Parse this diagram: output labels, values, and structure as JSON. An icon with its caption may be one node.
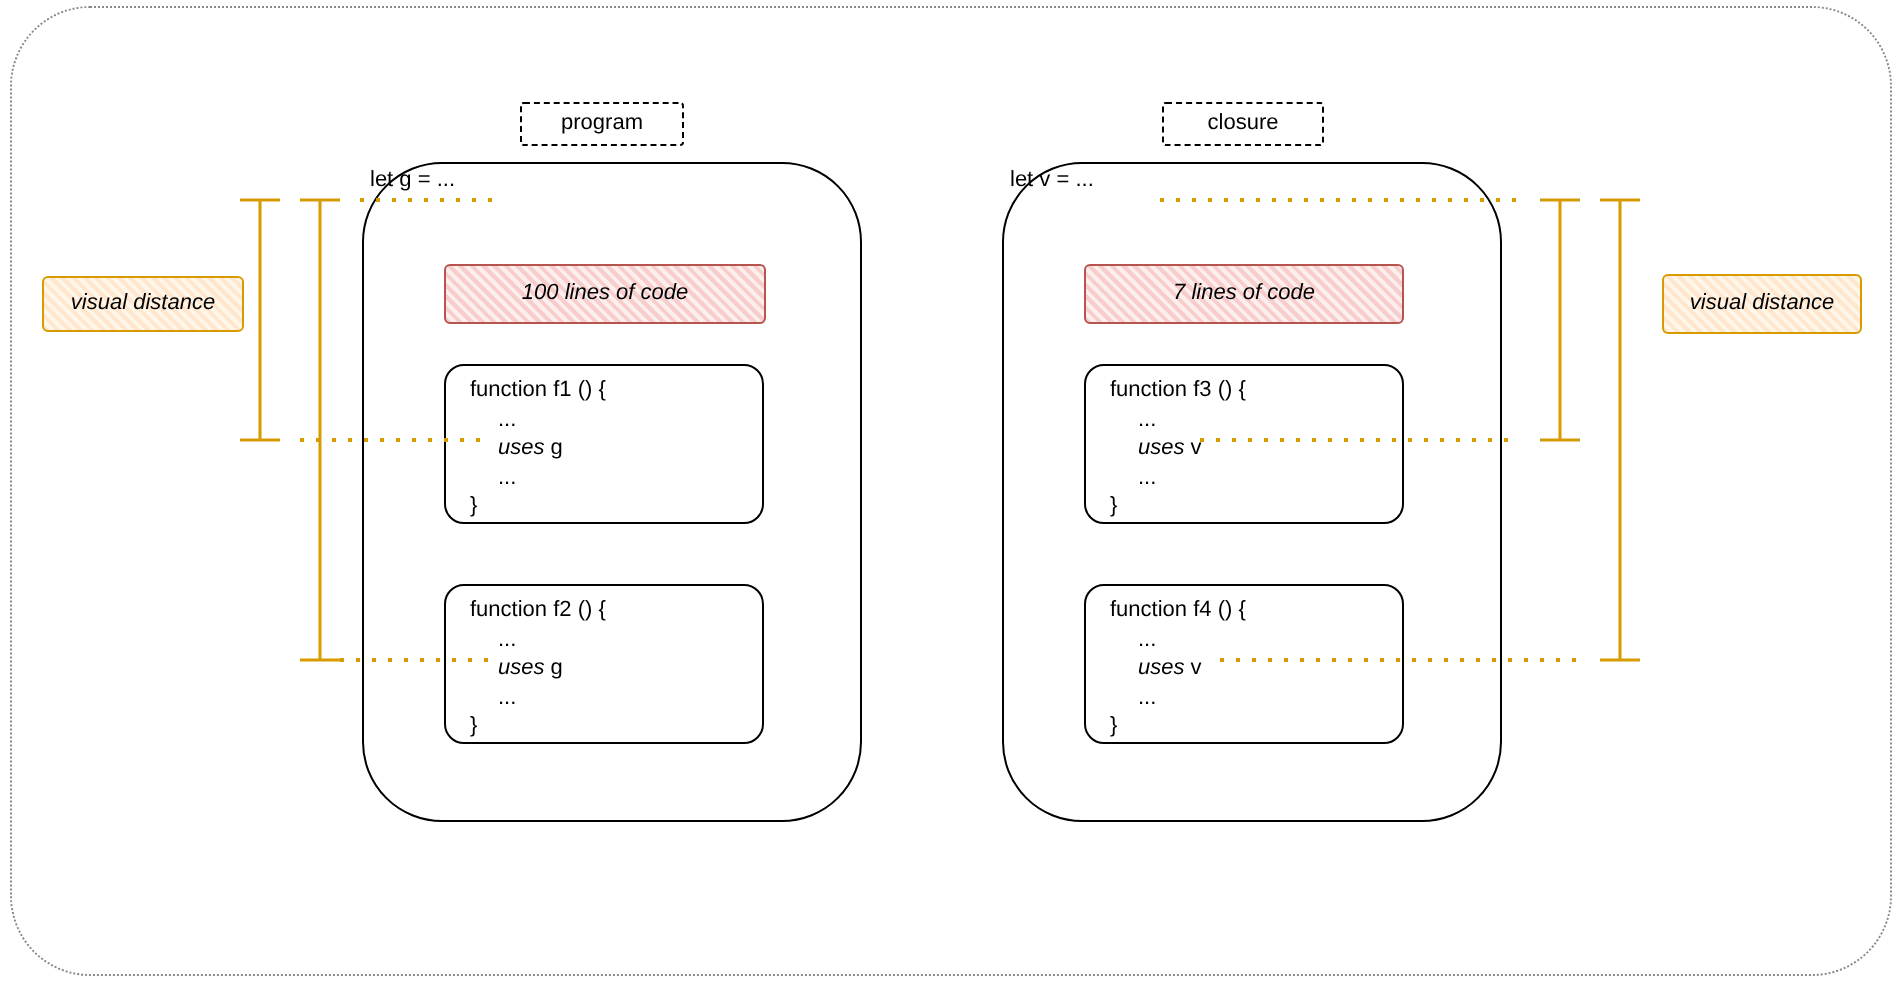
{
  "diagram": {
    "nodes": [
      {
        "text": [],
        "shape": "box"
      },
      {
        "text": [
          "visual distance"
        ],
        "in": 0
      },
      {
        "text": [
          "program"
        ],
        "in": 0
      },
      {
        "text": [
          "let g = ..."
        ],
        "in": 0
      },
      {
        "text": [
          "100 lines of code"
        ],
        "in": 3
      },
      {
        "text": [
          "function f1 () {",
          "...",
          "*uses* g",
          "...",
          "}"
        ],
        "in": 3
      },
      {
        "text": [
          "function f2 () {",
          "...",
          "*uses* g",
          "...",
          "}"
        ],
        "in": 3
      },
      {
        "text": [
          "closure"
        ],
        "in": 0
      },
      {
        "text": [
          "let v = ..."
        ],
        "in": 0
      },
      {
        "text": [
          "7 lines of code"
        ],
        "in": 8
      },
      {
        "text": [
          "function f3 () {",
          "...",
          "*uses* v",
          "...",
          "}"
        ],
        "in": 8
      },
      {
        "text": [
          "function f4 () {",
          "...",
          "*uses* v",
          "...",
          "}"
        ],
        "in": 8
      },
      {
        "text": [
          "visual distance"
        ],
        "in": 0
      }
    ],
    "edges": []
  }
}
